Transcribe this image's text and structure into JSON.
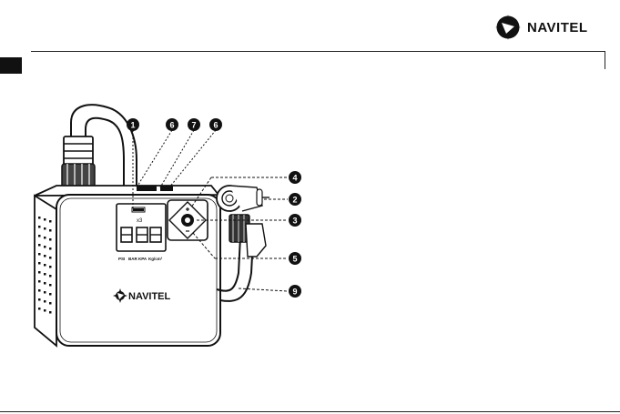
{
  "header": {
    "brand": "NAVITEL"
  },
  "figure": {
    "device_brand": "NAVITEL",
    "display_units": [
      "PSI",
      "BAR",
      "KPA",
      "Kg/cm²"
    ],
    "display_mode": "x3",
    "callouts": [
      "1",
      "6",
      "7",
      "6",
      "4",
      "2",
      "3",
      "5",
      "9"
    ]
  },
  "colors": {
    "ink": "#111111",
    "callout_fill": "#111111",
    "callout_text": "#ffffff"
  }
}
